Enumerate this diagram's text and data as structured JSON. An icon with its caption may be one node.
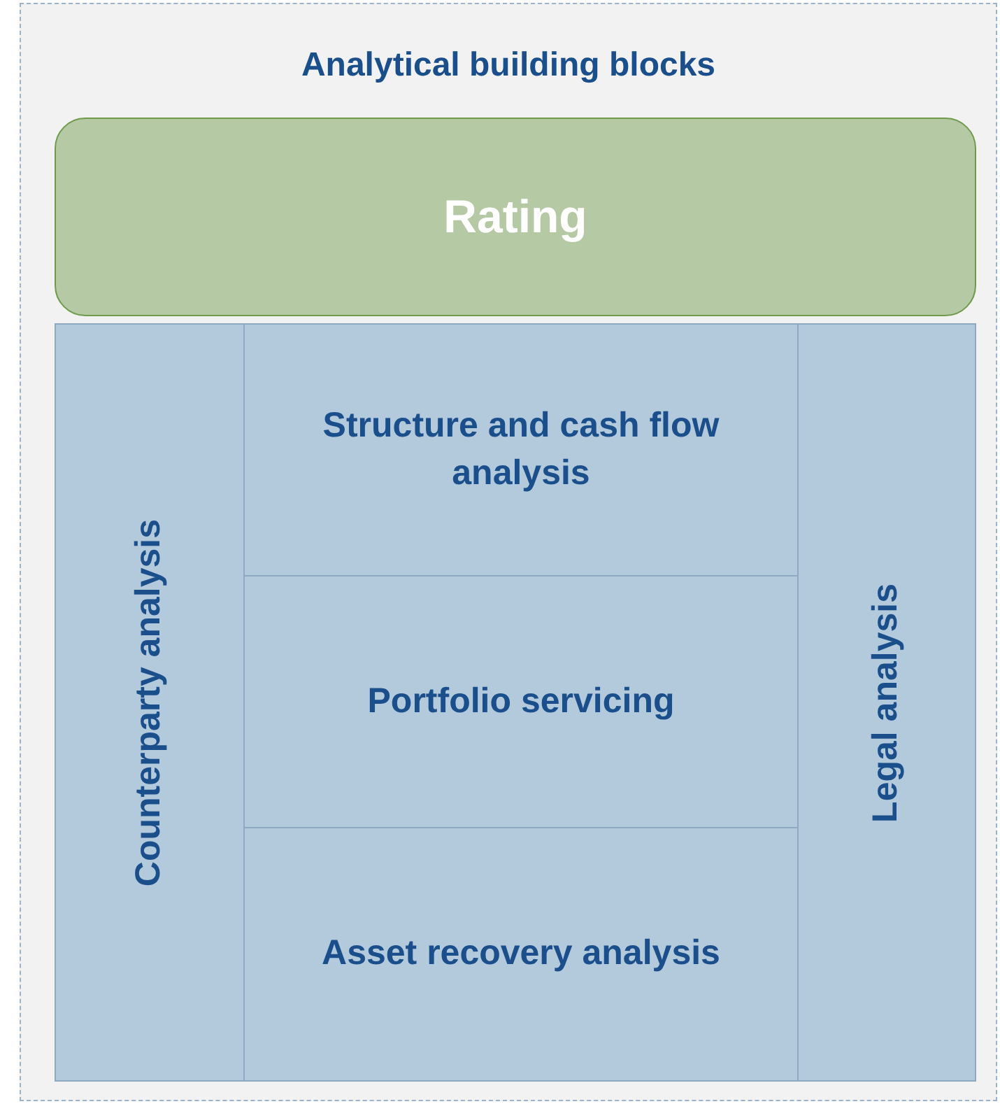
{
  "diagram": {
    "nodes": [
      {
        "text": [
          "Analytical building blocks"
        ]
      },
      {
        "text": [
          "Rating"
        ],
        "in": 0
      },
      {
        "text": [
          "Counterparty analysis"
        ],
        "in": 0
      },
      {
        "text": [
          "Structure and cash flow analysis"
        ],
        "in": 0
      },
      {
        "text": [
          "Portfolio servicing"
        ],
        "in": 0
      },
      {
        "text": [
          "Asset recovery analysis"
        ],
        "in": 0
      },
      {
        "text": [
          "Legal analysis"
        ],
        "in": 0
      }
    ],
    "edges": []
  }
}
